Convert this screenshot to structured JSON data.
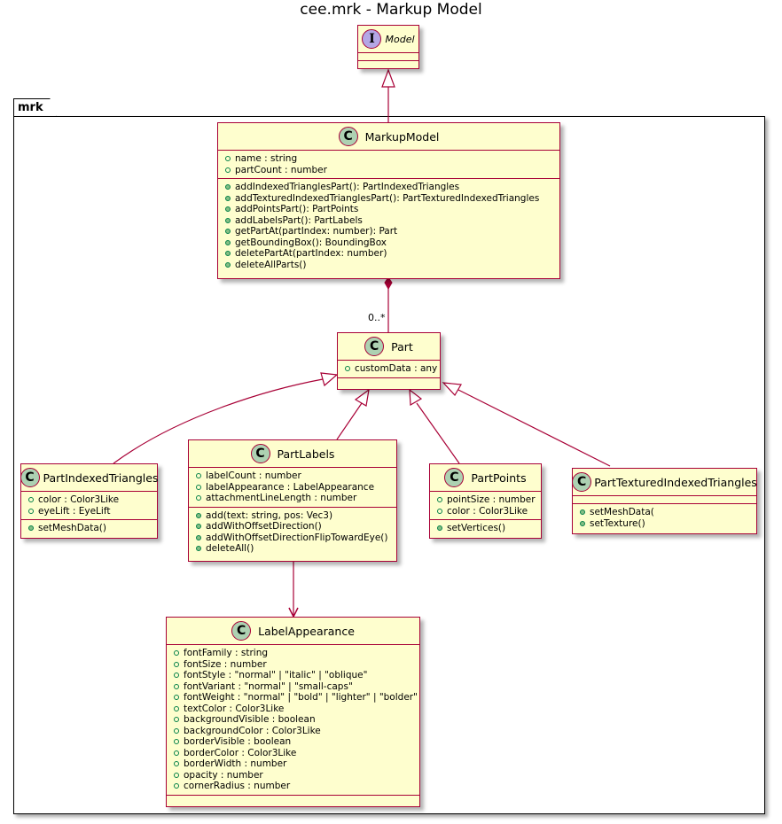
{
  "diagram": {
    "title": "cee.mrk - Markup Model",
    "package": "mrk",
    "colors": {
      "class_fill": "#FEFECE",
      "class_border": "#A80036",
      "class_badge": "#ADD1B2",
      "interface_badge": "#B4A7E5",
      "visibility": "#038048"
    },
    "interface_model": {
      "stereotype": "I",
      "name": "Model"
    },
    "markup_model": {
      "stereotype": "C",
      "name": "MarkupModel",
      "attributes": [
        "name : string",
        "partCount : number"
      ],
      "operations": [
        "addIndexedTrianglesPart(): PartIndexedTriangles",
        "addTexturedIndexedTrianglesPart(): PartTexturedIndexedTriangles",
        "addPointsPart(): PartPoints",
        "addLabelsPart(): PartLabels",
        "getPartAt(partIndex: number): Part",
        "getBoundingBox(): BoundingBox",
        "deletePartAt(partIndex: number)",
        "deleteAllParts()"
      ]
    },
    "composition_multiplicity": "0..*",
    "part": {
      "stereotype": "C",
      "name": "Part",
      "attributes": [
        "customData : any"
      ]
    },
    "part_indexed_triangles": {
      "stereotype": "C",
      "name": "PartIndexedTriangles",
      "attributes": [
        "color : Color3Like",
        "eyeLift : EyeLift"
      ],
      "operations": [
        "setMeshData()"
      ]
    },
    "part_labels": {
      "stereotype": "C",
      "name": "PartLabels",
      "attributes": [
        "labelCount : number",
        "labelAppearance : LabelAppearance",
        "attachmentLineLength : number"
      ],
      "operations": [
        "add(text: string, pos: Vec3)",
        "addWithOffsetDirection()",
        "addWithOffsetDirectionFlipTowardEye()",
        "deleteAll()"
      ]
    },
    "part_points": {
      "stereotype": "C",
      "name": "PartPoints",
      "attributes": [
        "pointSize : number",
        "color : Color3Like"
      ],
      "operations": [
        "setVertices()"
      ]
    },
    "part_textured": {
      "stereotype": "C",
      "name": "PartTexturedIndexedTriangles",
      "attributes": [],
      "operations": [
        "setMeshData(",
        "setTexture()"
      ]
    },
    "label_appearance": {
      "stereotype": "C",
      "name": "LabelAppearance",
      "attributes": [
        "fontFamily : string",
        "fontSize : number",
        "fontStyle : \"normal\" | \"italic\" | \"oblique\"",
        "fontVariant : \"normal\" | \"small-caps\"",
        "fontWeight : \"normal\" | \"bold\" | \"lighter\" | \"bolder\"",
        "textColor : Color3Like",
        "backgroundVisible : boolean",
        "backgroundColor : Color3Like",
        "borderVisible : boolean",
        "borderColor : Color3Like",
        "borderWidth : number",
        "opacity : number",
        "cornerRadius : number"
      ],
      "operations": []
    },
    "relations": [
      {
        "from": "MarkupModel",
        "to": "Model",
        "type": "realization"
      },
      {
        "from": "MarkupModel",
        "to": "Part",
        "type": "composition",
        "multiplicity": "0..*"
      },
      {
        "from": "PartIndexedTriangles",
        "to": "Part",
        "type": "generalization"
      },
      {
        "from": "PartLabels",
        "to": "Part",
        "type": "generalization"
      },
      {
        "from": "PartPoints",
        "to": "Part",
        "type": "generalization"
      },
      {
        "from": "PartTexturedIndexedTriangles",
        "to": "Part",
        "type": "generalization"
      },
      {
        "from": "PartLabels",
        "to": "LabelAppearance",
        "type": "association"
      }
    ]
  }
}
